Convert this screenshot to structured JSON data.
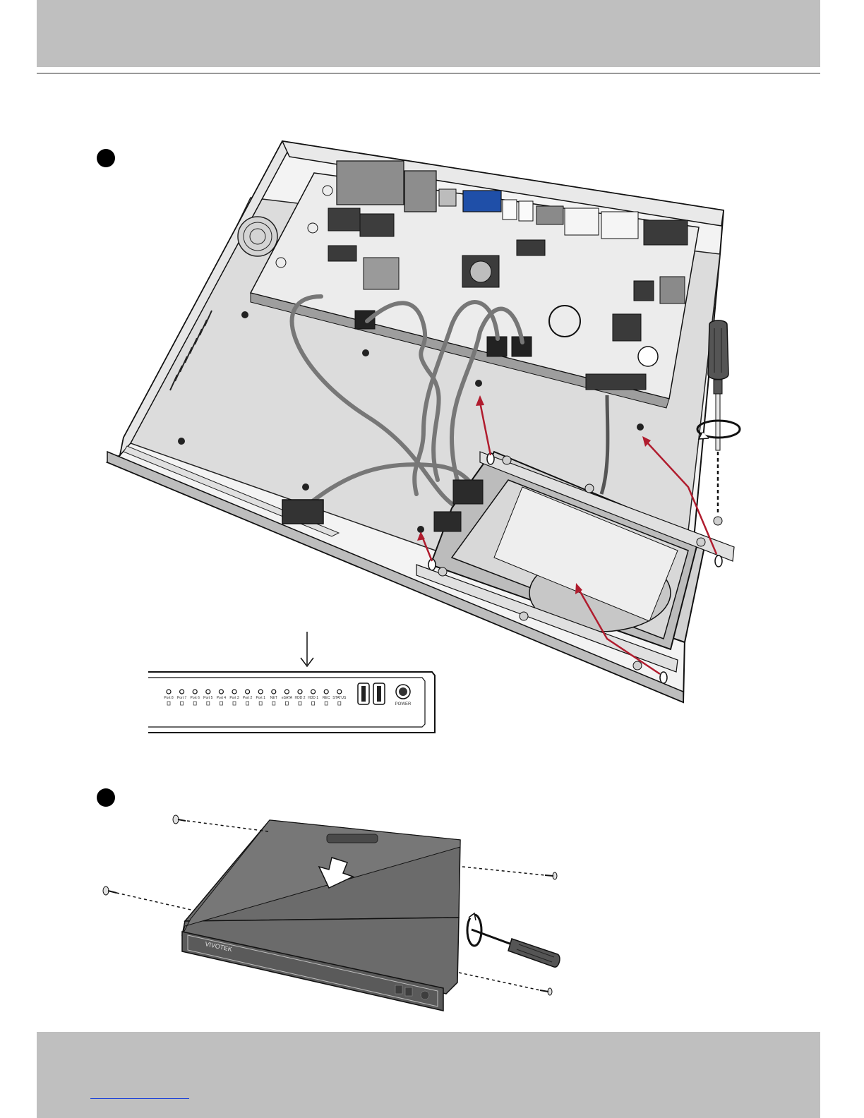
{
  "front_panel": {
    "ports": [
      "Port 8",
      "Port 7",
      "Port 6",
      "Port 5",
      "Port 4",
      "Port 3",
      "Port 2",
      "Port 1",
      "NET",
      "eSATA",
      "HDD 2",
      "HDD 1",
      "REC",
      "STATUS"
    ],
    "power_label": "POWER"
  },
  "icons": [
    "step-1-marker",
    "step-2-marker",
    "screwdriver-icon",
    "rotate-arrow-icon",
    "down-arrow-icon",
    "slide-arrow-icon",
    "screw-icon"
  ],
  "colors": {
    "header_band": "#bfbfbf",
    "arrow_red": "#b01c2e",
    "cover_gray": "#6b6b6b"
  }
}
